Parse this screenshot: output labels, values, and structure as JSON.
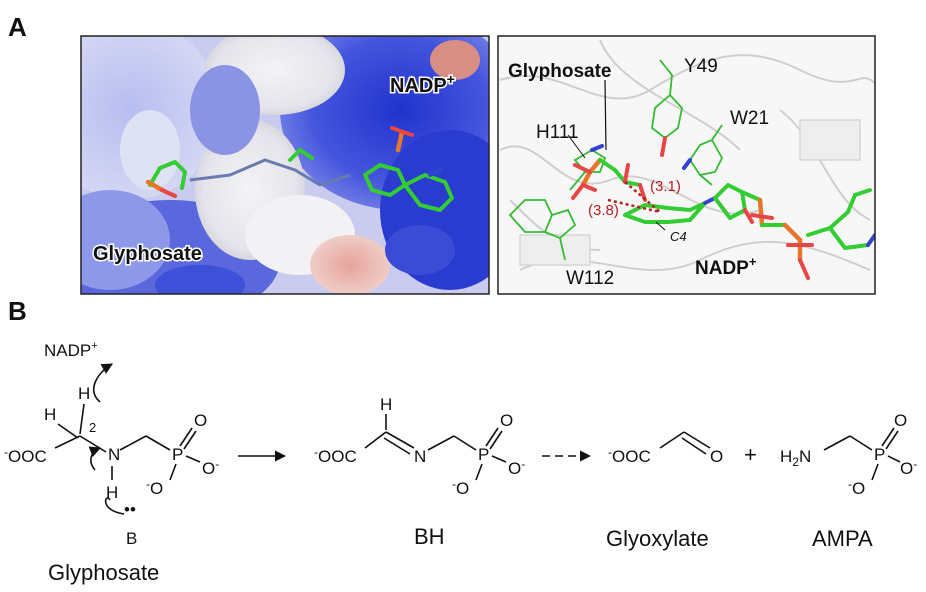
{
  "panel_labels": {
    "a": "A",
    "b": "B"
  },
  "panel_a_left": {
    "label_glyphosate": "Glyphosate",
    "label_nadp": "NADP",
    "label_nadp_sup": "+"
  },
  "panel_a_right": {
    "label_glyphosate": "Glyphosate",
    "label_nadp": "NADP",
    "label_nadp_sup": "+",
    "residues": {
      "y49": "Y49",
      "h111": "H111",
      "w21": "W21",
      "w112": "W112"
    },
    "distance_1": "(3.1)",
    "distance_2": "(3.8)",
    "atom_c4": "C4"
  },
  "scheme": {
    "nadp_text": "NADP",
    "nadp_sup": "+",
    "ooc_prefix": "-",
    "ooc_text": "OOC",
    "h_label": "H",
    "c2_label": "2",
    "n_label": "N",
    "p_label": "P",
    "o_label": "O",
    "o_minus_text": "O",
    "minus_sign": "-",
    "base_label": "B",
    "lone_pair": "••",
    "plus": "+",
    "h2n_text": "H",
    "h2n_sub": "2",
    "h2n_n": "N",
    "intermediate_label": "BH",
    "captions": {
      "glyphosate": "Glyphosate",
      "glyoxylate": "Glyoxylate",
      "ampa": "AMPA"
    }
  },
  "colors": {
    "surface_blue": "#3d4fd6",
    "surface_red": "#d9807a",
    "surface_white": "#ededf2",
    "carbon": "#33cc33",
    "phosphorus": "#e8762a",
    "oxygen": "#e84545",
    "nitrogen": "#3344cc",
    "distance": "#b22222"
  }
}
